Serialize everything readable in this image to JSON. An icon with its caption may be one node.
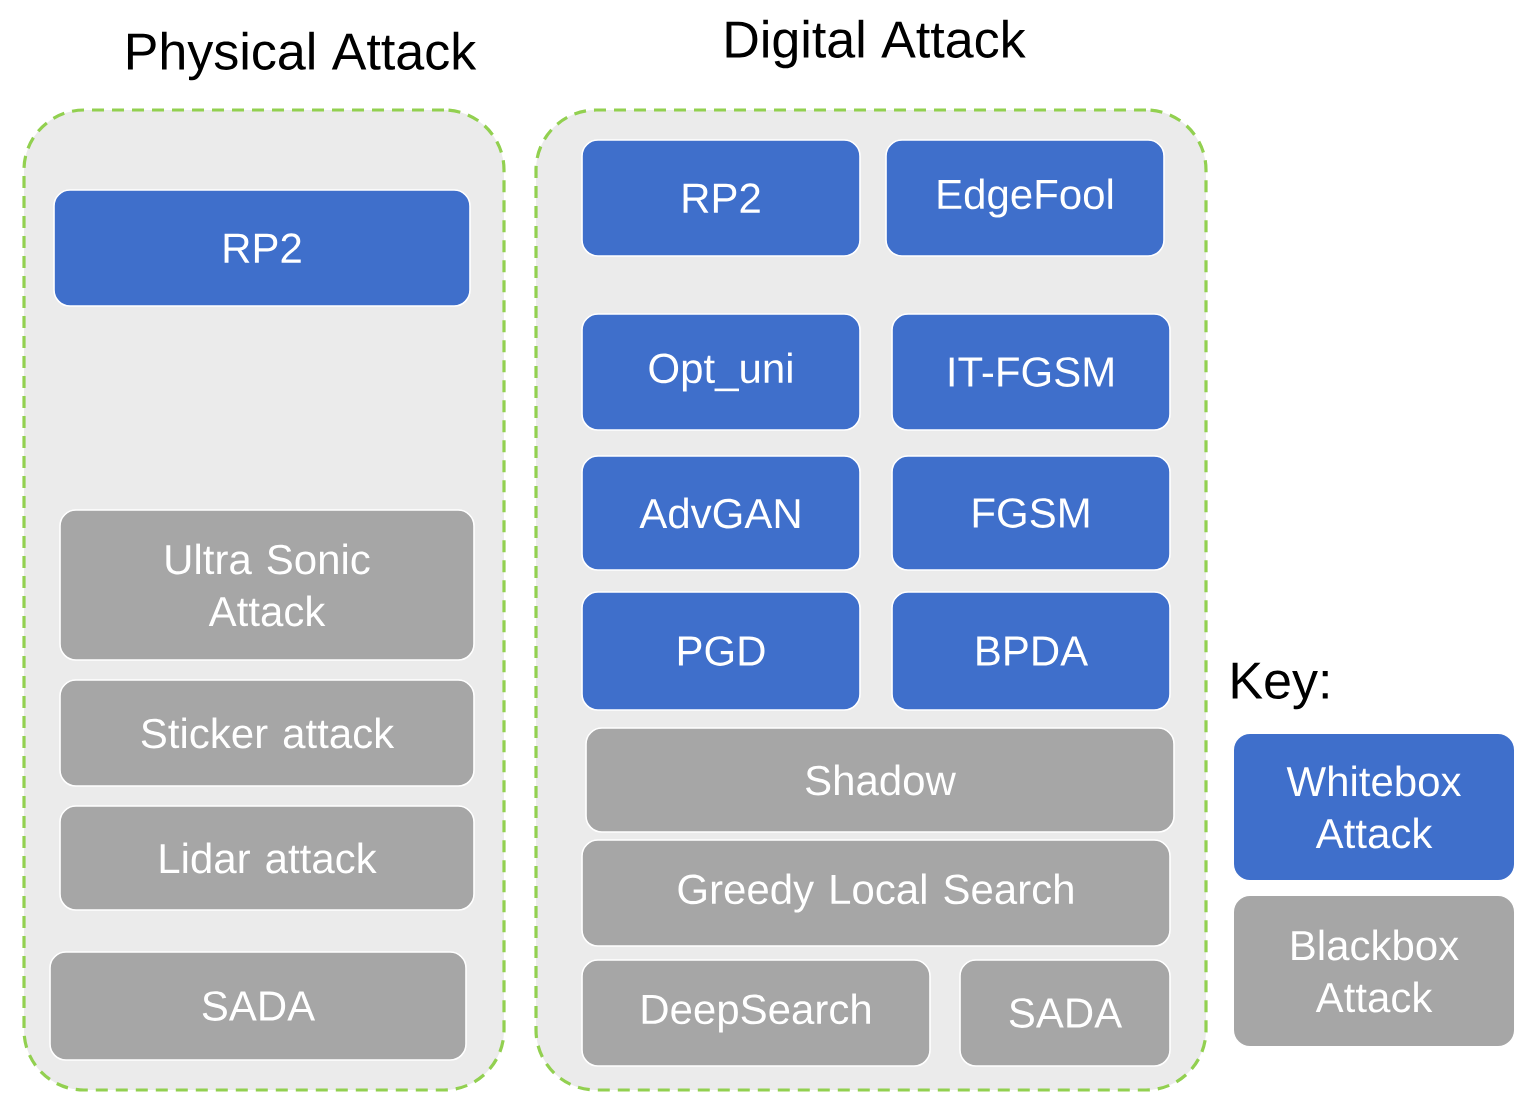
{
  "diagram": {
    "nodes": [
      {
        "text": [
          "Physical Attack"
        ]
      },
      {
        "text": [
          "Digital Attack"
        ]
      },
      {
        "text": [
          "RP2"
        ],
        "in": 0
      },
      {
        "text": [
          "Ultra Sonic Attack"
        ],
        "in": 0
      },
      {
        "text": [
          "Sticker attack"
        ],
        "in": 0
      },
      {
        "text": [
          "Lidar attack"
        ],
        "in": 0
      },
      {
        "text": [
          "SADA"
        ],
        "in": 0
      },
      {
        "text": [
          "RP2"
        ],
        "in": 1
      },
      {
        "text": [
          "EdgeFool"
        ],
        "in": 1
      },
      {
        "text": [
          "Opt_uni"
        ],
        "in": 1
      },
      {
        "text": [
          "IT-FGSM"
        ],
        "in": 1
      },
      {
        "text": [
          "AdvGAN"
        ],
        "in": 1
      },
      {
        "text": [
          "FGSM"
        ],
        "in": 1
      },
      {
        "text": [
          "PGD"
        ],
        "in": 1
      },
      {
        "text": [
          "BPDA"
        ],
        "in": 1
      },
      {
        "text": [
          "Shadow"
        ],
        "in": 1
      },
      {
        "text": [
          "Greedy Local Search"
        ],
        "in": 1
      },
      {
        "text": [
          "DeepSearch"
        ],
        "in": 1
      },
      {
        "text": [
          "SADA"
        ],
        "in": 1
      }
    ],
    "labels": [
      "Key:"
    ],
    "legend": [
      {
        "text": "Whitebox Attack",
        "color": "#3f6fcb"
      },
      {
        "text": "Blackbox Attack",
        "color": "#a6a6a6"
      }
    ]
  }
}
